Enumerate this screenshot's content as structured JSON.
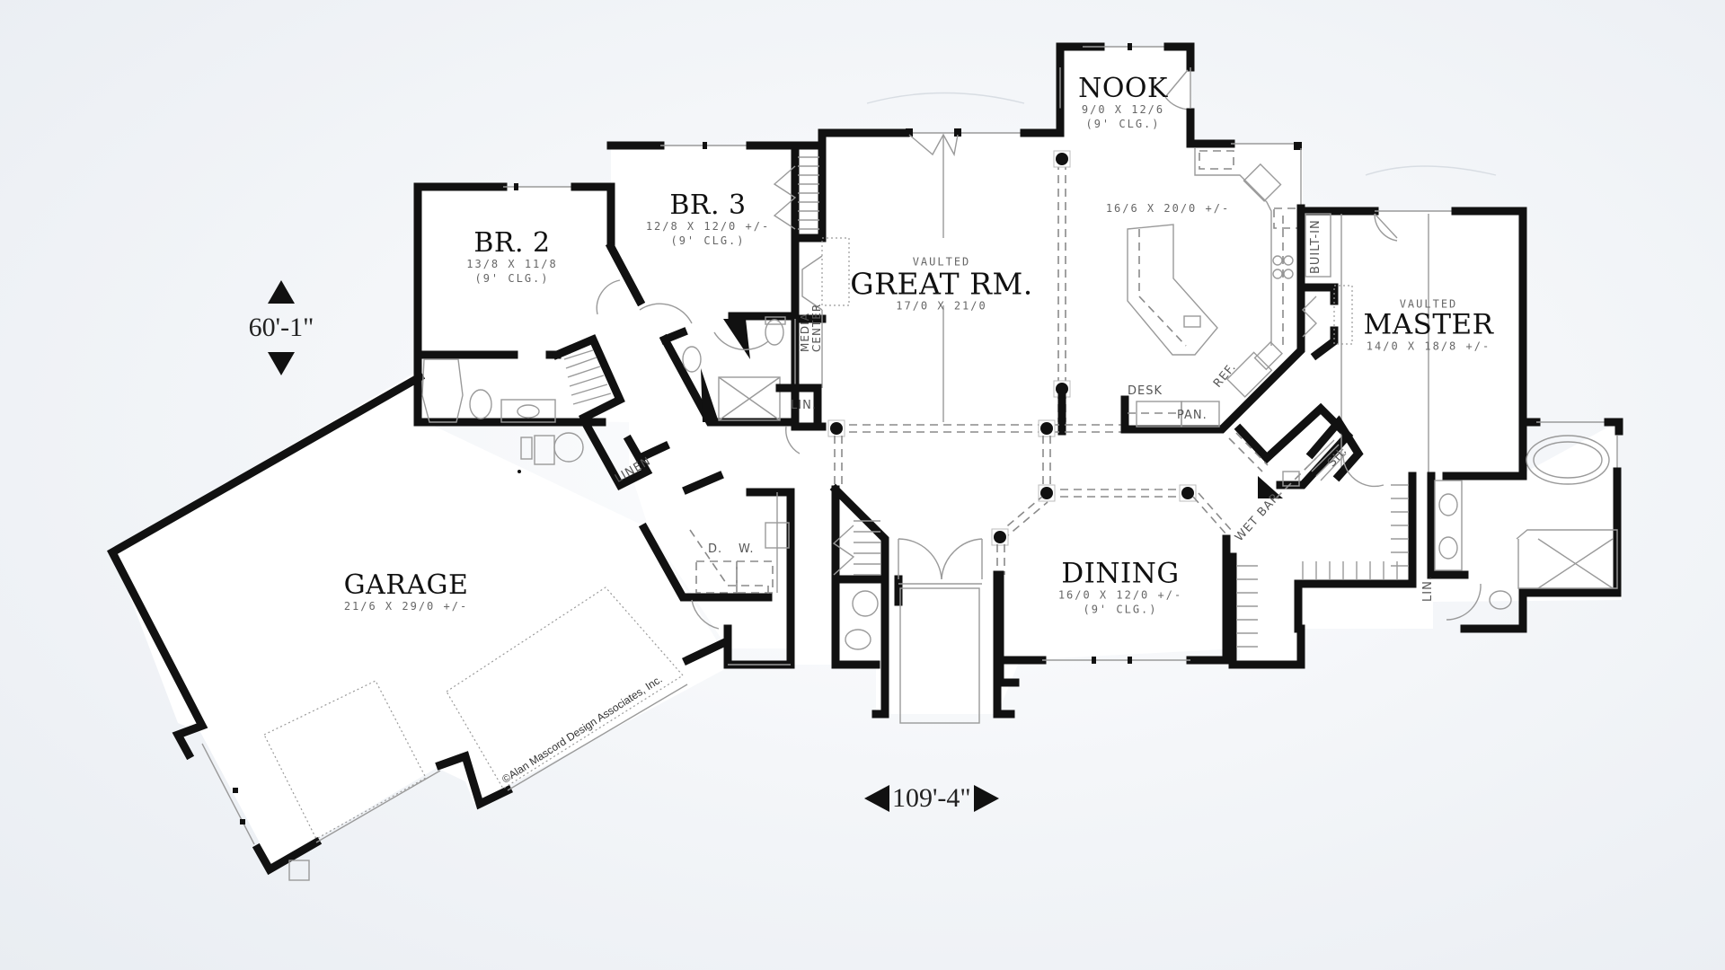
{
  "plan": {
    "background_color": "#eef1f5",
    "wall_color": "#111111",
    "rooms": {
      "br2": {
        "name": "BR. 2",
        "dims": "13/8 X 11/8",
        "ceiling": "(9' CLG.)"
      },
      "br3": {
        "name": "BR. 3",
        "dims": "12/8 X 12/0 +/-",
        "ceiling": "(9' CLG.)"
      },
      "great": {
        "vaulted": "VAULTED",
        "name": "GREAT RM.",
        "dims": "17/0 X 21/0"
      },
      "nook": {
        "name": "NOOK",
        "dims": "9/0 X 12/6",
        "ceiling": "(9' CLG.)"
      },
      "kitchen": {
        "dims": "16/6 X 20/0 +/-"
      },
      "master": {
        "vaulted": "VAULTED",
        "name": "MASTER",
        "dims": "14/0 X 18/8 +/-"
      },
      "dining": {
        "name": "DINING",
        "dims": "16/0 X 12/0 +/-",
        "ceiling": "(9' CLG.)"
      },
      "garage": {
        "name": "GARAGE",
        "dims": "21/6 X 29/0 +/-"
      }
    },
    "fixtures": {
      "media_center": "MEDIA CENTER",
      "lin_hall": "LIN.",
      "linen": "LINEN",
      "desk": "DESK",
      "pantry": "PAN.",
      "ref": "REF.",
      "built_in": "BUILT-IN",
      "wet_bar": "WET BAR",
      "shower": "SH.",
      "lin_master": "LIN.",
      "dryer": "D.",
      "washer": "W."
    },
    "dimensions": {
      "depth": "60'-1\"",
      "width": "109'-4\""
    },
    "copyright": "©Alan Mascord Design Associates, Inc."
  }
}
